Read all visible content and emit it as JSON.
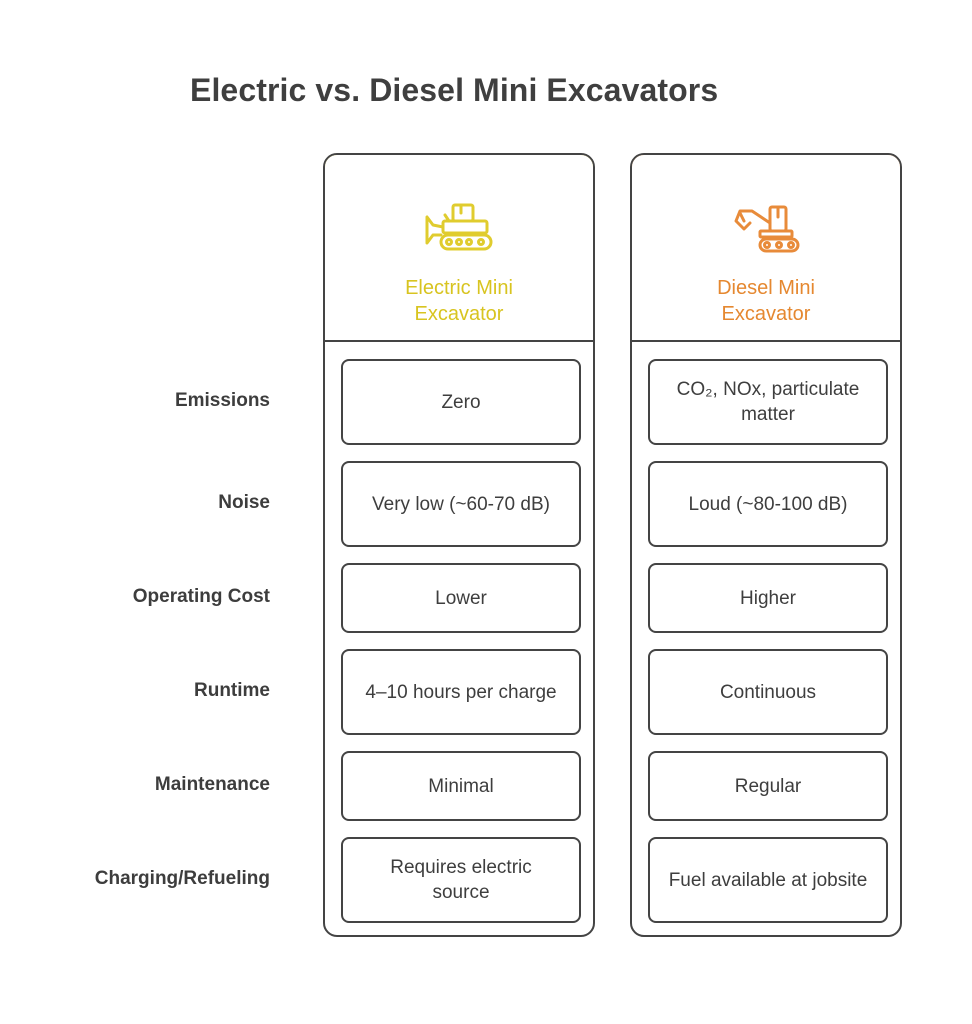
{
  "title": "Electric vs. Diesel Mini Excavators",
  "colors": {
    "electric": "#e0cc2e",
    "diesel": "#e88b3a",
    "border": "#444444"
  },
  "columns": [
    {
      "key": "electric",
      "title": "Electric Mini Excavator",
      "icon": "bulldozer-icon",
      "values": [
        "Zero",
        "Very low (~60-70 dB)",
        "Lower",
        "4–10 hours per charge",
        "Minimal",
        "Requires electric source"
      ]
    },
    {
      "key": "diesel",
      "title": "Diesel Mini Excavator",
      "icon": "excavator-icon",
      "values": [
        "CO₂, NOx, particulate matter",
        "Loud (~80-100 dB)",
        "Higher",
        "Continuous",
        "Regular",
        "Fuel available at jobsite"
      ]
    }
  ],
  "rows": [
    "Emissions",
    "Noise",
    "Operating Cost",
    "Runtime",
    "Maintenance",
    "Charging/Refueling"
  ]
}
